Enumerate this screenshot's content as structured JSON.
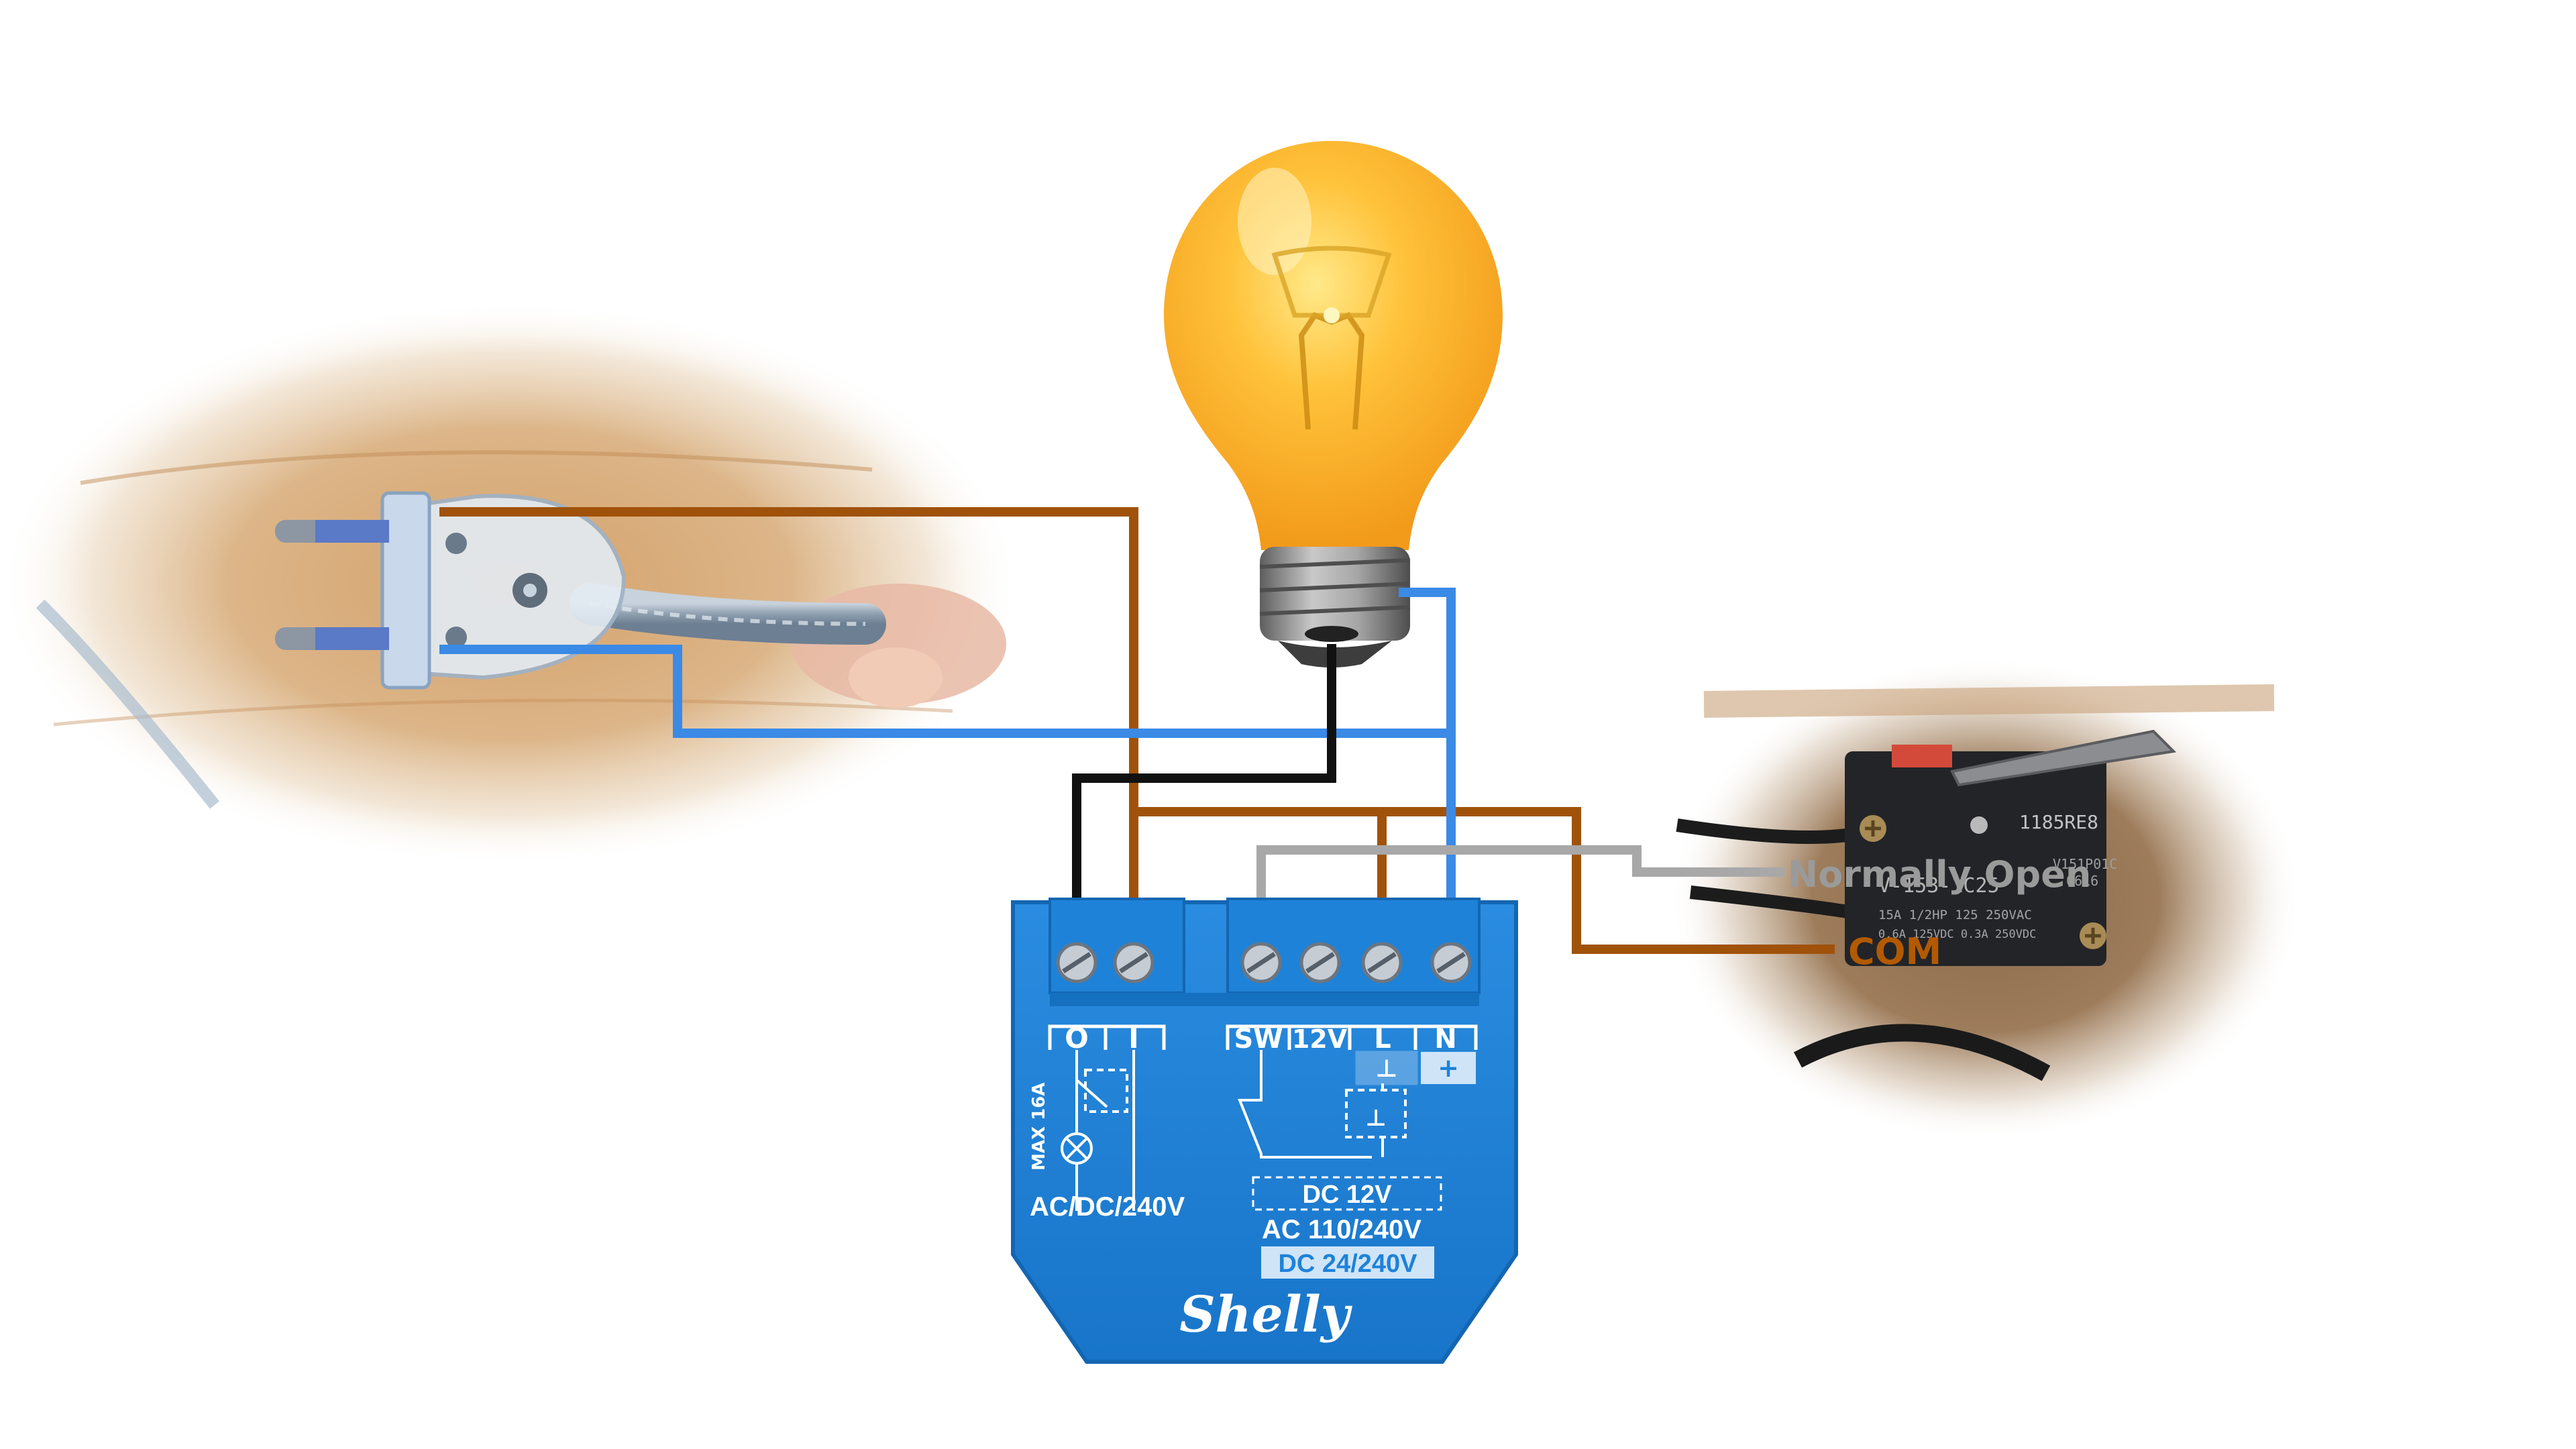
{
  "colors": {
    "live_wire": "#a0520a",
    "neutral_wire": "#3a8ae6",
    "switched_wire": "#111111",
    "sense_wire": "#a8a8a8",
    "shelly_body": "#1e82d8",
    "shelly_label_bg": "#cfe4f7",
    "com_label": "#b35a00",
    "no_label": "#9a9a9a"
  },
  "icons": {
    "bulb": "light-bulb-icon",
    "plug": "power-plug-icon",
    "microswitch": "micro-switch-icon",
    "relay": "relay-contact-icon",
    "lamp": "lamp-symbol-icon"
  },
  "microswitch": {
    "labels": {
      "normally_open": "Normally Open",
      "com": "COM"
    },
    "markings": {
      "model": "1185RE8",
      "code": "V-153-1C25",
      "rating1": "15A 1/2HP 125 250VAC",
      "rating2": "0.6A 125VDC 0.3A 250VDC",
      "serial": "V151P01C",
      "batch": "0616"
    }
  },
  "shelly": {
    "brand": "Shelly",
    "terminals_left": [
      "O",
      "I"
    ],
    "terminals_right": [
      "SW",
      "12V",
      "L",
      "N"
    ],
    "l_symbol": "⊥",
    "n_symbol": "+",
    "max_rating": "MAX 16A",
    "left_voltage": "AC/DC/240V",
    "dc_12": "DC 12V",
    "ac_range": "AC 110/240V",
    "dc_range": "DC 24/240V"
  }
}
